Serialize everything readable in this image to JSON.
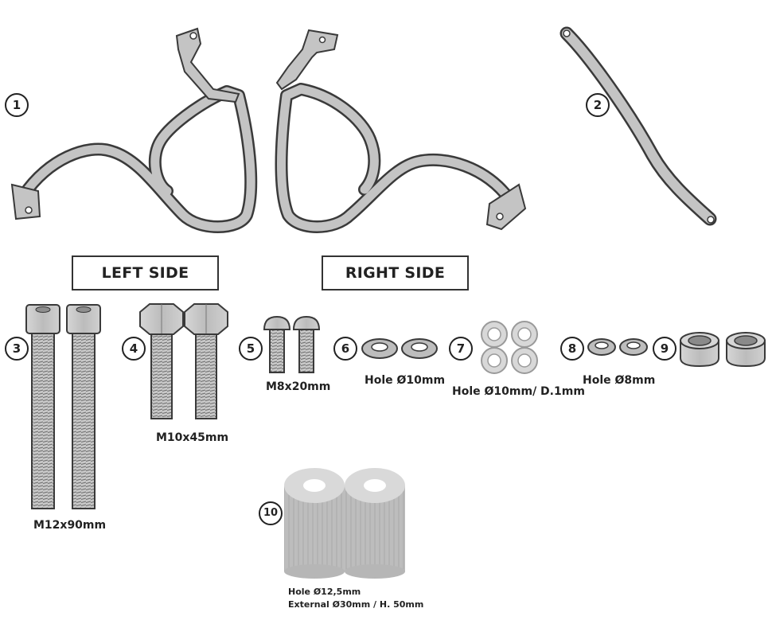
{
  "labels": {
    "left_side": "LEFT SIDE",
    "right_side": "RIGHT SIDE"
  },
  "part_numbers": [
    "1",
    "2",
    "3",
    "4",
    "5",
    "6",
    "7",
    "8",
    "9",
    "10"
  ],
  "captions": {
    "bolt_m12": "M12x90mm",
    "bolt_m10": "M10x45mm",
    "bolt_m8": "M8x20mm",
    "washer_10": "Hole Ø10mm",
    "washer_flat": "Hole Ø10mm/ D.1mm",
    "washer_8": "Hole Ø8mm",
    "spacer_hole": "Hole Ø12,5mm",
    "spacer_dims": "External Ø30mm / H. 50mm"
  },
  "colors": {
    "metal": "#b8b8b8",
    "metal_dark": "#8f8f8f",
    "outline": "#3a3a3a"
  }
}
